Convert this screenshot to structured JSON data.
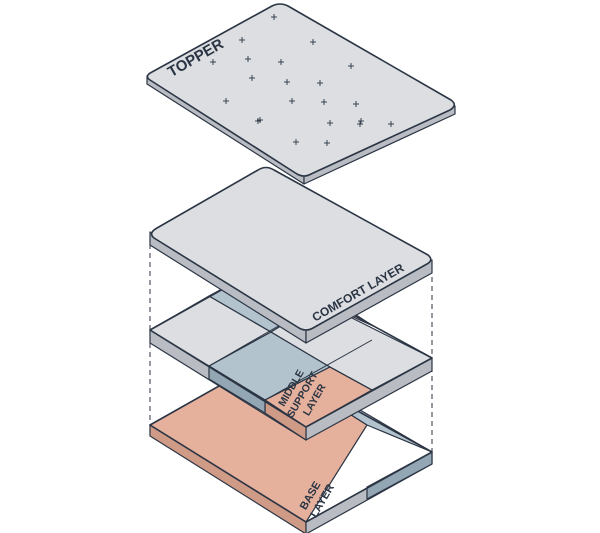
{
  "layers": {
    "topper": {
      "label": "TOPPER"
    },
    "comfort": {
      "label": "COMFORT LAYER"
    },
    "middle": {
      "label_lines": [
        "MIDDLE",
        "SUPPORT",
        "LAYER"
      ]
    },
    "base": {
      "label_lines": [
        "BASE",
        "LAYER"
      ]
    }
  },
  "colors": {
    "outline": "#2b3544",
    "gray_top": "#dcdee1",
    "gray_side": "#b9bdc3",
    "blue_top": "#b3c3ce",
    "blue_side": "#93a6b3",
    "salmon_top": "#e6b19c",
    "salmon_side": "#cf9a86",
    "background": "#ffffff"
  },
  "icons": {
    "stitch": "plus-stitch-icon",
    "guide": "dashed-guide-line"
  }
}
